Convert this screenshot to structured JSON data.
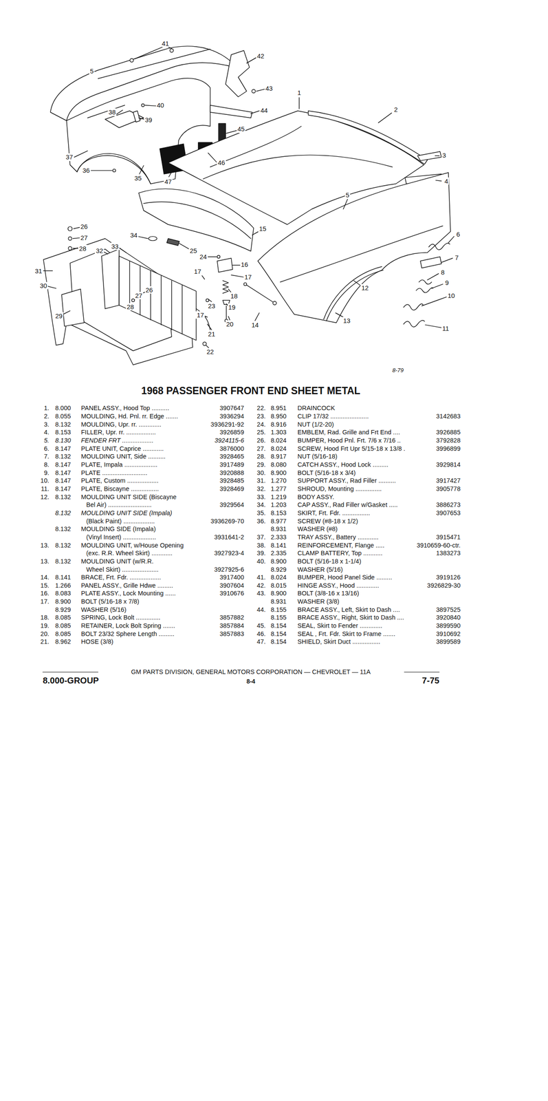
{
  "diagram": {
    "title": "1968 PASSENGER FRONT END SHEET METAL",
    "labels": [
      "41",
      "42",
      "5",
      "43",
      "1",
      "40",
      "2",
      "44",
      "38",
      "39",
      "45",
      "3",
      "37",
      "46",
      "36",
      "35",
      "4",
      "47",
      "5",
      "26",
      "15",
      "6",
      "34",
      "27",
      "33",
      "28",
      "25",
      "32",
      "24",
      "7",
      "16",
      "31",
      "17",
      "8",
      "17",
      "9",
      "30",
      "12",
      "26",
      "10",
      "27",
      "18",
      "23",
      "28",
      "19",
      "29",
      "17",
      "13",
      "20",
      "14",
      "11",
      "21",
      "22",
      "8-79",
      "1.",
      "8.000",
      "PANEL ASSY., Hood Top ..........",
      "3907647",
      "2.",
      "8.055",
      "MOULDING, Hd. Pnl. rr. Edge .......",
      "3936294",
      "3.",
      "8.132",
      "MOULDING, Upr. rr. .............",
      "3936291-92",
      "4.",
      "8.153",
      "FILLER, Upr. rr. .................",
      "3926859",
      "5.",
      "8.130",
      "FENDER FRT ..................",
      "3924115-6",
      "6.",
      "8.147",
      "PLATE UNIT, Caprice ............",
      "3876000",
      "7.",
      "8.132",
      "MOULDING UNIT, Side ..........",
      "3928465",
      "8.",
      "8.147",
      "PLATE, Impala ...................",
      "3917489",
      "9.",
      "8.147",
      "PLATE ..........................",
      "3920888",
      "10.",
      "8.147",
      "PLATE, Custom ..................",
      "3928485",
      "11.",
      "8.147",
      "PLATE, Biscayne ................",
      "3928469",
      "12.",
      "8.132",
      "MOULDING UNIT SIDE (Biscayne",
      "Bel Air) .........................",
      "3929564",
      "8.132",
      "MOULDING UNIT SIDE (Impala)",
      "(Black Paint) ..................",
      "3936269-70",
      "8.132",
      "MOULDING SIDE (Impala)",
      "(Vinyl Insert) ...................",
      "3931641-2",
      "13.",
      "8.132",
      "MOULDING UNIT, w/House Opening",
      "(exc. R.R. Wheel Skirt) ............",
      "3927923-4",
      "13.",
      "8.132",
      "MOULDING UNIT (w/R.R.",
      "Wheel Skirt) .....................",
      "3927925-6",
      "14.",
      "8.141",
      "BRACE, Frt. Fdr. ..................",
      "3917400",
      "15.",
      "1.266",
      "PANEL ASSY., Grille Hdwe .........",
      "3907604",
      "16.",
      "8.083",
      "PLATE ASSY., Lock Mounting ......",
      "3910676",
      "17.",
      "8.900",
      "BOLT (5/16-18 x 7/8)",
      "8.929",
      "WASHER (5/16)",
      "18.",
      "8.085",
      "SPRING, Lock Bolt ..............",
      "3857882",
      "19.",
      "8.085",
      "RETAINER, Lock Bolt Spring .......",
      "3857884",
      "20.",
      "8.085",
      "BOLT 23/32 Sphere Length .........",
      "3857883",
      "21.",
      "8.962",
      "HOSE (3/8)",
      "22.",
      "8.951",
      "DRAINCOCK",
      "23.",
      "8.950",
      "CLIP 17/32 ......................",
      "3142683",
      "24.",
      "8.916",
      "NUT (1/2-20)",
      "25.",
      "1.303",
      "EMBLEM, Rad. Grille and Frt End ....",
      "3926885",
      "26.",
      "8.024",
      "BUMPER, Hood Pnl. Frt. 7/6 x 7/16 ..",
      "3792828",
      "27.",
      "8.024",
      "SCREW, Hood Frt Upr 5/15-18 x 13/8 .",
      "3996899",
      "28.",
      "8.917",
      "NUT (5/16-18)",
      "29.",
      "8.080",
      "CATCH ASSY., Hood Lock .........",
      "3929814",
      "30.",
      "8.900",
      "BOLT (5/16-18 x 3/4)",
      "31.",
      "1.270",
      "SUPPORT ASSY., Rad Filler ..........",
      "3917427",
      "32.",
      "1.277",
      "SHROUD, Mounting ...............",
      "3905778",
      "33.",
      "1.219",
      "BODY ASSY.",
      "34.",
      "1.203",
      "CAP ASSY., Rad Filler w/Gasket .....",
      "3886273",
      "35.",
      "8.153",
      "SKIRT, Frt. Fdr. ................",
      "3907653",
      "36.",
      "8.977",
      "SCREW (#8-18 x 1/2)",
      "8.931",
      "WASHER (#8)",
      "37.",
      "2.333",
      "TRAY ASSY., Battery ............",
      "3915471",
      "38.",
      "8.141",
      "REINFORCEMENT, Flange .....",
      "3910659-60-ctr.",
      "39.",
      "2.335",
      "CLAMP BATTERY, Top ...........",
      "1383273",
      "40.",
      "8.900",
      "BOLT (5/16-18 x 1-1/4)",
      "8.929",
      "WASHER (5/16)",
      "41.",
      "8.024",
      "BUMPER, Hood Panel Side .........",
      "3919126",
      "42.",
      "8.015",
      "HINGE ASSY., Hood .............",
      "3926829-30",
      "43.",
      "8.900",
      "BOLT (3/8-16 x 13/16)",
      "8.931",
      "WASHER (3/8)",
      "44.",
      "8.155",
      "BRACE ASSY., Left, Skirt to Dash ....",
      "3897525",
      "8.155",
      "BRACE ASSY., Right, Skirt to Dash ....",
      "3920840",
      "45.",
      "8.154",
      "SEAL, Skirt to Fender .............",
      "3899590",
      "46.",
      "8.154",
      "SEAL , Frt. Fdr. Skirt to Frame .......",
      "3910692",
      "47.",
      "8.154",
      "SHIELD, Skirt Duct ................",
      "3899589",
      "GM PARTS DIVISION, GENERAL MOTORS CORPORATION — CHEVROLET — 11A",
      "8.000-GROUP",
      "8-4",
      "7-75"
    ]
  }
}
